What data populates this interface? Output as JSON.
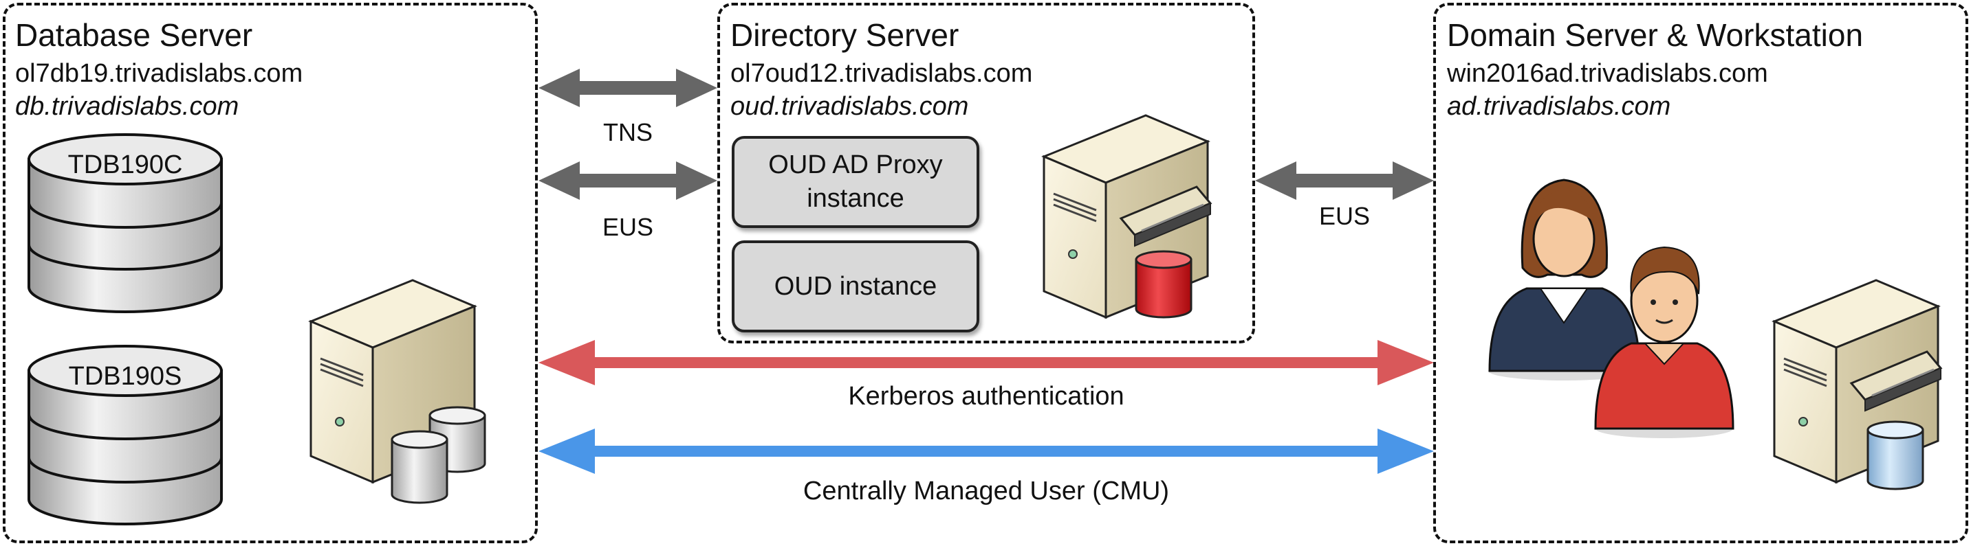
{
  "database_server": {
    "title": "Database Server",
    "hostname": "ol7db19.trivadislabs.com",
    "alias": "db.trivadislabs.com",
    "databases": [
      "TDB190C",
      "TDB190S"
    ]
  },
  "directory_server": {
    "title": "Directory Server",
    "hostname": "ol7oud12.trivadislabs.com",
    "alias": "oud.trivadislabs.com",
    "instances": [
      "OUD AD Proxy instance",
      "OUD instance"
    ]
  },
  "domain_server": {
    "title": "Domain Server & Workstation",
    "hostname": "win2016ad.trivadislabs.com",
    "alias": "ad.trivadislabs.com"
  },
  "connections": {
    "tns": "TNS",
    "eus_db": "EUS",
    "eus_ad": "EUS",
    "kerberos": "Kerberos authentication",
    "cmu": "Centrally Managed User (CMU)"
  },
  "colors": {
    "gray_arrow": "#666666",
    "kerberos_arrow": "#d9585a",
    "cmu_arrow": "#4a96e8",
    "red_disk": "#e0252a",
    "blue_disk": "#a9cbe8",
    "instance_fill": "#d9d9d9"
  }
}
